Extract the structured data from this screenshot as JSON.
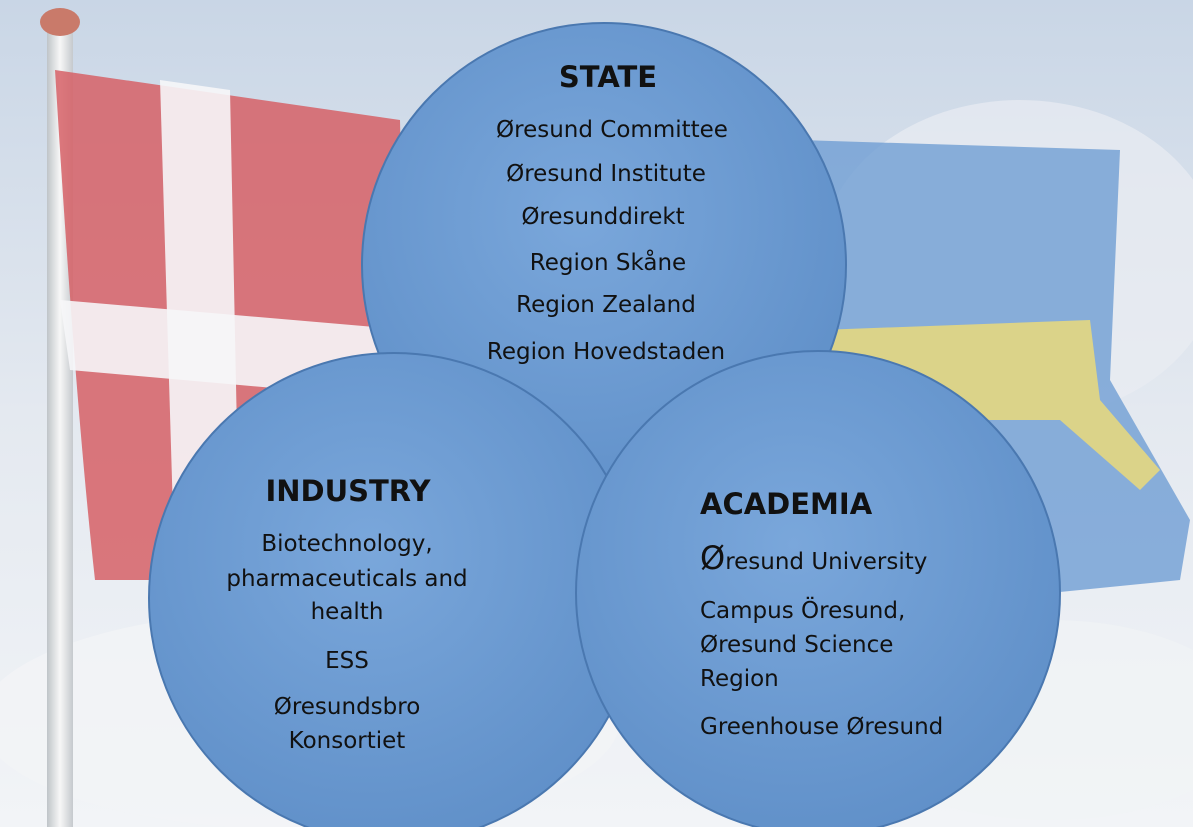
{
  "colors": {
    "circle_fill": "#6b9bd2",
    "circle_stroke": "#4a78b0",
    "flag_red": "#d2565c",
    "flag_white": "#f4f4f6",
    "sweden_blue": "#6c9ad0",
    "sweden_yellow": "#e6d97a",
    "sky": "#dfe6ef"
  },
  "state": {
    "title": "STATE",
    "items": [
      "Øresund Committee",
      "Øresund Institute",
      "Øresunddirekt",
      "Region Skåne",
      "Region Zealand",
      "Region Hovedstaden"
    ]
  },
  "industry": {
    "title": "INDUSTRY",
    "items": [
      "Biotechnology,",
      "pharmaceuticals and",
      "health",
      "ESS",
      "Øresundsbro",
      "Konsortiet"
    ]
  },
  "academia": {
    "title": "ACADEMIA",
    "university_initial": "Ø",
    "university_rest": "resund University",
    "items": [
      "Campus Öresund,",
      "Øresund Science",
      "Region",
      "Greenhouse Øresund"
    ]
  }
}
